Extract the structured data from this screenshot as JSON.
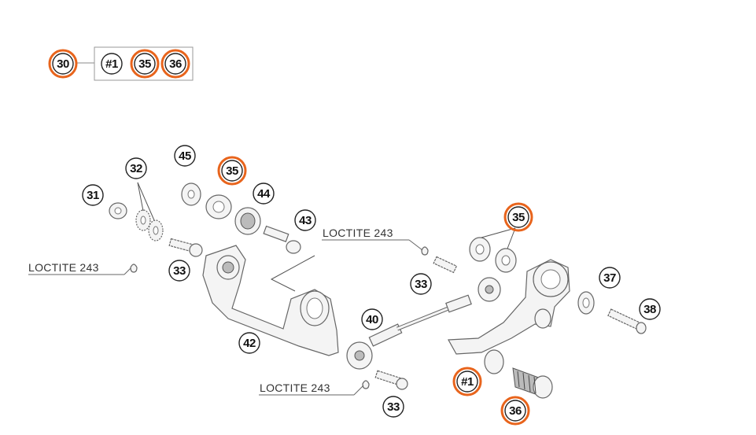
{
  "colors": {
    "highlight": "#e8641c",
    "ink": "#222222",
    "part_fill": "#f4f4f4"
  },
  "legend": {
    "parent": "30",
    "children": [
      "#1",
      "35",
      "36"
    ]
  },
  "callouts": {
    "c31": "31",
    "c32": "32",
    "c33a": "33",
    "c33b": "33",
    "c33c": "33",
    "c35a": "35",
    "c35b": "35",
    "c36": "36",
    "c37": "37",
    "c38": "38",
    "c40": "40",
    "c42": "42",
    "c43": "43",
    "c44": "44",
    "c45": "45",
    "c1": "#1"
  },
  "highlighted": [
    "c35a",
    "c35b",
    "c36",
    "c1"
  ],
  "annotations": {
    "loctite_left": "LOCTITE 243",
    "loctite_mid": "LOCTITE 243",
    "loctite_bottom": "LOCTITE 243"
  }
}
